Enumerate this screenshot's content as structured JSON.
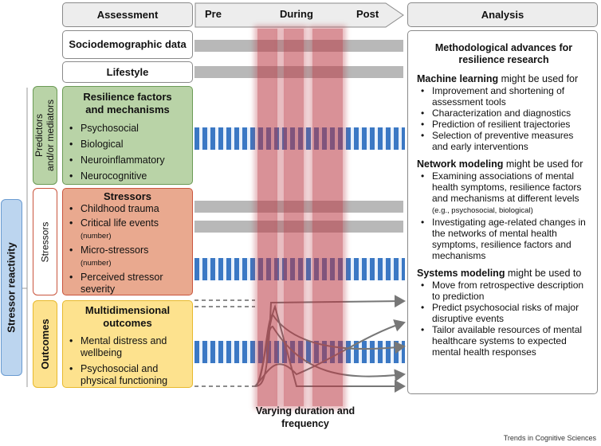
{
  "headers": {
    "assessment": "Assessment",
    "timeline": {
      "pre": "Pre",
      "during": "During",
      "post": "Post"
    },
    "analysis": "Analysis"
  },
  "side_labels": {
    "stressor_reactivity": "Stressor reactivity",
    "predictors_line1": "Predictors",
    "predictors_line2": "and/or mediators",
    "stressors": "Stressors",
    "outcomes": "Outcomes"
  },
  "boxes": {
    "sociodemographic": "Sociodemographic data",
    "lifestyle": "Lifestyle",
    "resilience": {
      "title": "Resilience factors and mechanisms",
      "items": [
        "Psychosocial",
        "Biological",
        "Neuroinflammatory",
        "Neurocognitive"
      ]
    },
    "stressors": {
      "title": "Stressors",
      "items": [
        {
          "text": "Childhood trauma",
          "note": ""
        },
        {
          "text": "Critical life events",
          "note": "(number)"
        },
        {
          "text": "Micro-stressors",
          "note": "(number)"
        },
        {
          "text": "Perceived stressor severity",
          "note": ""
        }
      ]
    },
    "outcomes": {
      "title": "Multidimensional outcomes",
      "items": [
        "Mental distress and wellbeing",
        "Psychosocial and physical functioning"
      ]
    }
  },
  "duration_caption": "Varying duration and frequency",
  "analysis": {
    "title": "Methodological advances for resilience research",
    "sections": [
      {
        "key": "Machine learning",
        "rest": " might be used for",
        "items": [
          "Improvement and shortening of assessment tools",
          "Characterization and diagnostics",
          "Prediction of resilient trajectories",
          "Selection of preventive measures and early interventions"
        ]
      },
      {
        "key": "Network modeling",
        "rest": " might be used for",
        "items": [
          "Examining associations of mental health symptoms, resilience factors and mechanisms at different levels",
          "Investigating age-related changes in the networks of mental health symptoms, resilience factors and mechanisms"
        ],
        "note": "(e.g., psychosocial, biological)"
      },
      {
        "key": "Systems modeling",
        "rest": " might be used to",
        "items": [
          "Move from retrospective description to prediction",
          "Predict psychosocial risks of major disruptive events",
          "Tailor available resources of mental healthcare systems to expected mental health responses"
        ]
      }
    ]
  },
  "credit": "Trends in Cognitive Sciences",
  "colors": {
    "green_fill": "#b9d3a7",
    "green_border": "#6b9a55",
    "orange_fill": "#e9a98f",
    "orange_border": "#c9553d",
    "yellow_fill": "#fde28e",
    "yellow_border": "#e7b92d",
    "blue_fill": "#bcd5ef",
    "blue_border": "#6a9bd1",
    "stripe_blue": "#3b78c4",
    "red_band": "#b93741"
  }
}
